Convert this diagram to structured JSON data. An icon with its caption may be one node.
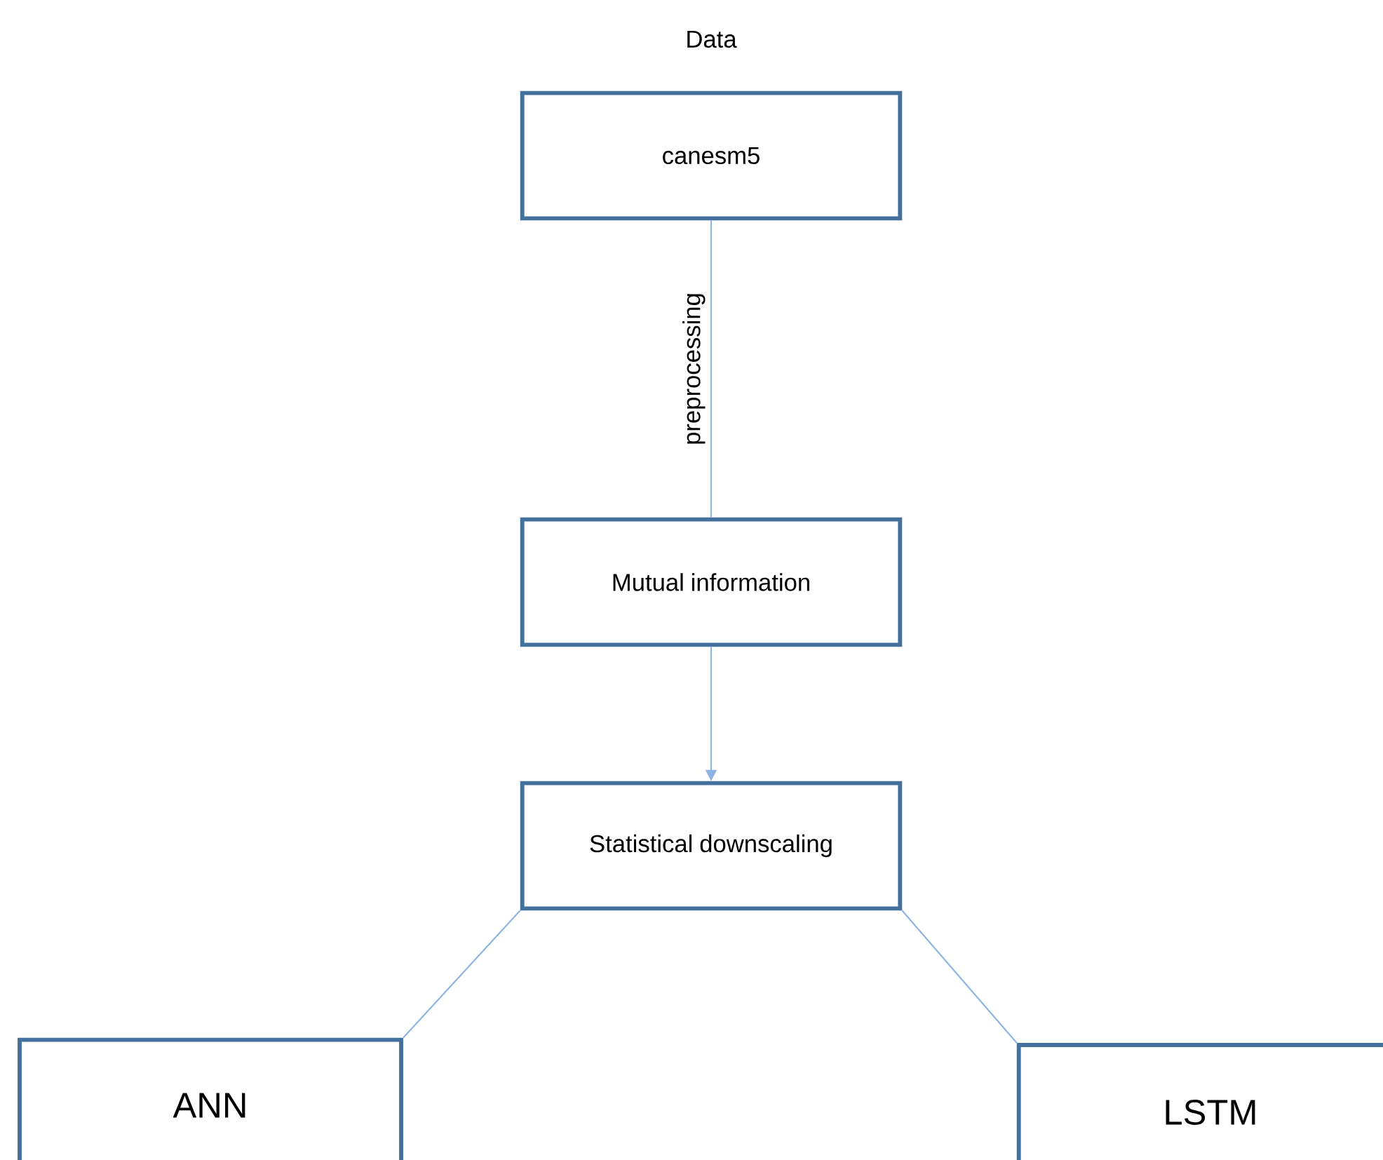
{
  "diagram": {
    "nodes": [
      {
        "text": [
          "Data",
          "canesm5"
        ]
      },
      {
        "text": [
          "Mutual information"
        ]
      },
      {
        "text": [
          "Statistical downscaling"
        ]
      },
      {
        "text": [
          "ANN"
        ]
      },
      {
        "text": [
          "LSTM"
        ]
      }
    ],
    "edges": [
      {
        "from": 0,
        "to": 1,
        "arrow": "none",
        "label": "preprocessing"
      },
      {
        "from": 1,
        "to": 2,
        "arrow": "to"
      },
      {
        "from": 2,
        "to": 3,
        "arrow": "none"
      },
      {
        "from": 2,
        "to": 4,
        "arrow": "none"
      }
    ]
  }
}
